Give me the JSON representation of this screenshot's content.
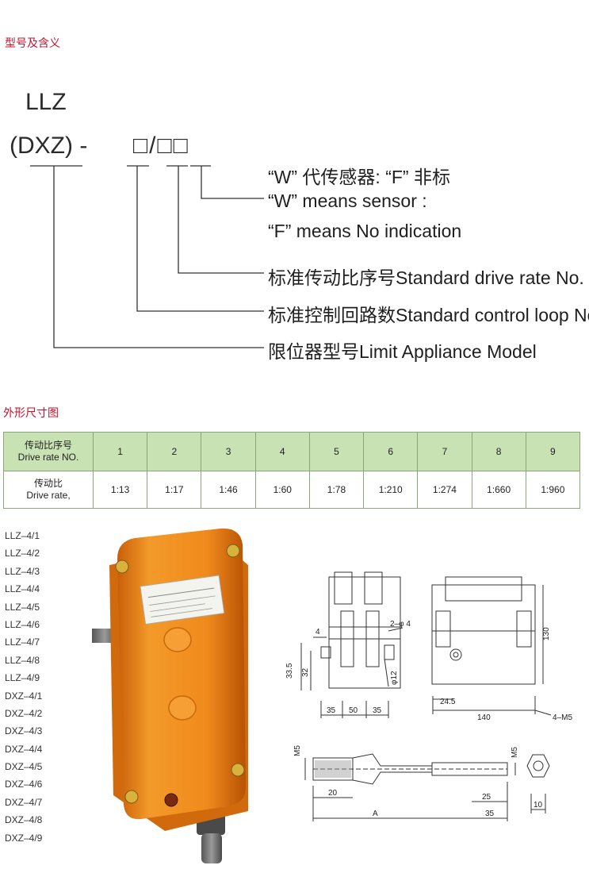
{
  "section1_title": "型号及含义",
  "model_line1": "LLZ",
  "model_line2": "(DXZ) -",
  "code_template": "□/□□",
  "descriptions": [
    "“W” 代传感器: “F” 非标",
    "“W” means sensor :",
    "“F” means No indication",
    "标准传动比序号Standard drive rate No.",
    "标准控制回路数Standard control loop No.",
    "限位器型号Limit Appliance Model"
  ],
  "section2_title": "外形尺寸图",
  "table": {
    "row1_header_cn": "传动比序号",
    "row1_header_en": "Drive rate NO.",
    "row2_header_cn": "传动比",
    "row2_header_en": "Drive rate,",
    "numbers": [
      "1",
      "2",
      "3",
      "4",
      "5",
      "6",
      "7",
      "8",
      "9"
    ],
    "rates": [
      "1:13",
      "1:17",
      "1:46",
      "1:60",
      "1:78",
      "1:210",
      "1:274",
      "1:660",
      "1:960"
    ]
  },
  "models": [
    "LLZ–4/1",
    "LLZ–4/2",
    "LLZ–4/3",
    "LLZ–4/4",
    "LLZ–4/5",
    "LLZ–4/6",
    "LLZ–4/7",
    "LLZ–4/8",
    "LLZ–4/9",
    "DXZ–4/1",
    "DXZ–4/2",
    "DXZ–4/3",
    "DXZ–4/4",
    "DXZ–4/5",
    "DXZ–4/6",
    "DXZ–4/7",
    "DXZ–4/8",
    "DXZ–4/9"
  ],
  "dimensions": {
    "front_left": "33.5",
    "front_inner": "32",
    "front_small": "4",
    "holes": "2–φ 4",
    "dia": "φ12",
    "w35a": "35",
    "w50": "50",
    "w35b": "35",
    "side_h": "130",
    "side_left": "24.5",
    "side_w": "140",
    "side_thread": "4–M5",
    "shaft_m5_left": "M5",
    "shaft_m5_right": "M5",
    "shaft_20": "20",
    "shaft_25": "25",
    "shaft_a": "A",
    "shaft_35": "35",
    "hex_10": "10"
  },
  "colors": {
    "title_red": "#c8102e",
    "table_header_green": "#c9e2b3",
    "device_orange": "#f08a1c"
  }
}
